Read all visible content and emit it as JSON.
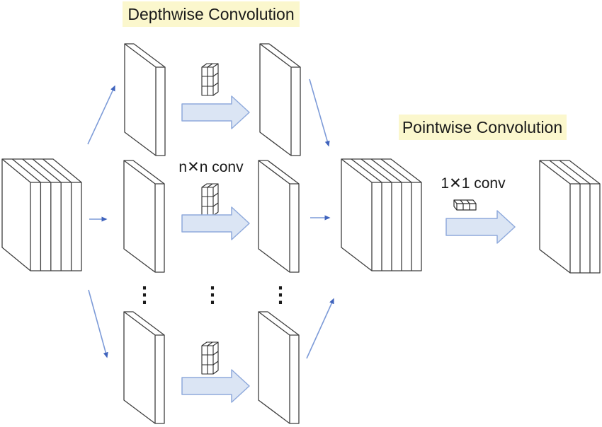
{
  "figure": {
    "type": "diagram",
    "topic": "Depthwise separable convolution",
    "depthwise_title": "Depthwise Convolution",
    "pointwise_title": "Pointwise Convolution",
    "depthwise_kernel_label": "n✕n conv",
    "pointwise_kernel_label": "1✕1 conv",
    "ellipsis": "⋮",
    "input_channels_shown": 5,
    "depthwise_branches_shown": 3,
    "concat_channels_shown": 5,
    "output_channels_shown": 3
  },
  "colors": {
    "background": "#ffffff",
    "highlight_yellow": "#fbf7cd",
    "shape_outline": "#3f3f3f",
    "kernel_outline": "#2b2b2b",
    "arrow_line": "#7d9bd8",
    "arrow_head": "#3f63bd",
    "block_arrow_fill": "#dbe5f4",
    "block_arrow_border": "#8faadc",
    "text": "#1a1a1a"
  }
}
